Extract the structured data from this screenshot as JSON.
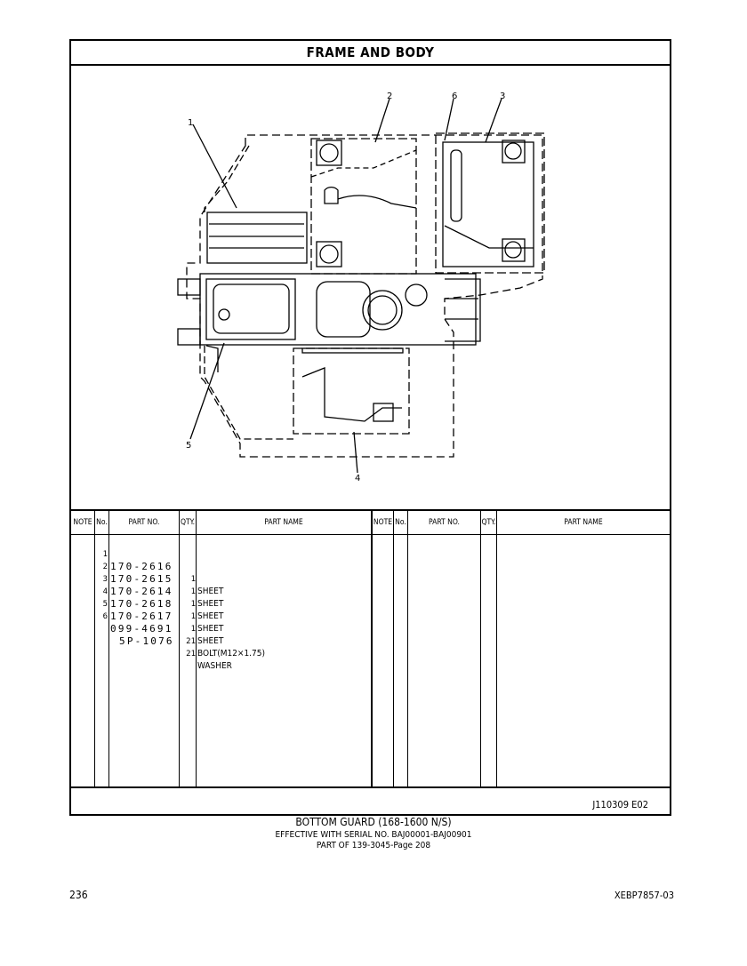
{
  "title": "FRAME AND BODY",
  "callouts": [
    "1",
    "2",
    "6",
    "3",
    "5",
    "4"
  ],
  "table": {
    "headers": {
      "note": "NOTE",
      "no": "No.",
      "part_no": "PART NO.",
      "qty": "QTY.",
      "part_name": "PART NAME"
    },
    "rows": [
      {
        "no": "1",
        "part_no": "170-2616",
        "qty": "1",
        "name": "SHEET"
      },
      {
        "no": "2",
        "part_no": "170-2615",
        "qty": "1",
        "name": "SHEET"
      },
      {
        "no": "3",
        "part_no": "170-2614",
        "qty": "1",
        "name": "SHEET"
      },
      {
        "no": "4",
        "part_no": "170-2618",
        "qty": "1",
        "name": "SHEET"
      },
      {
        "no": "5",
        "part_no": "170-2617",
        "qty": "1",
        "name": "SHEET"
      },
      {
        "no": "6",
        "part_no": "099-4691",
        "qty": "21",
        "name": "BOLT(M12×1.75)"
      },
      {
        "no": "",
        "part_no": "5P-1076",
        "qty": "21",
        "name": "WASHER"
      }
    ]
  },
  "drawing_code": "J110309  E02",
  "caption": {
    "line1": "BOTTOM GUARD (168-1600 N/S)",
    "line2": "EFFECTIVE WITH SERIAL NO. BAJ00001-BAJ00901",
    "line3": "PART OF 139-3045-Page 208"
  },
  "page_number": "236",
  "doc_id": "XEBP7857-03"
}
